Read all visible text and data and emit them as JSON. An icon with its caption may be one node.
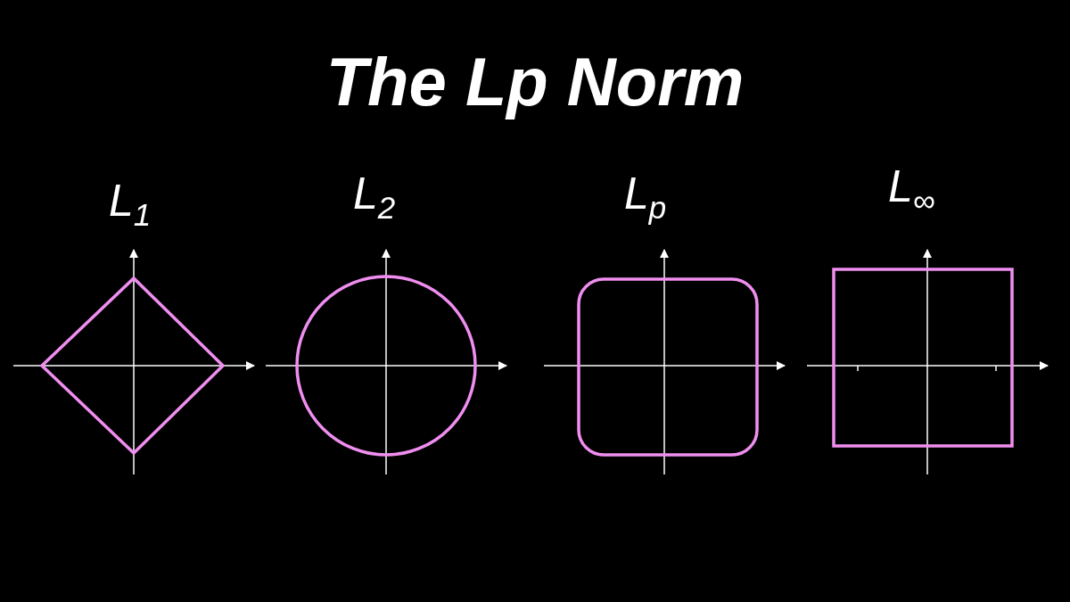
{
  "diagram": {
    "title": "The Lp Norm",
    "labels": [
      "L$_{1}$",
      "L$_{2}$",
      "L$_{p}$",
      "L$_{∞}$"
    ]
  }
}
